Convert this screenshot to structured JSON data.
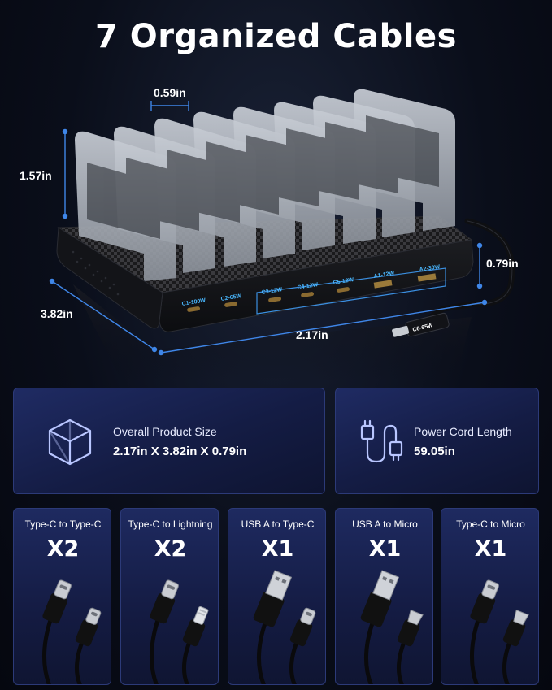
{
  "title": "7 Organized Cables",
  "dimensions": {
    "divider_gap": "0.59in",
    "divider_height": "1.57in",
    "base_height": "0.79in",
    "depth": "3.82in",
    "width": "2.17in"
  },
  "ports": [
    {
      "label": "C1-100W"
    },
    {
      "label": "C2-65W"
    },
    {
      "label": "C3-12W"
    },
    {
      "label": "C4-12W"
    },
    {
      "label": "C5-12W"
    },
    {
      "label": "A1-12W"
    },
    {
      "label": "A2-30W"
    }
  ],
  "cable_tip_label": "C6-65W",
  "info_panels": {
    "size": {
      "title": "Overall Product Size",
      "value": "2.17in X 3.82in X 0.79in",
      "icon": "cube-icon"
    },
    "cord": {
      "title": "Power Cord Length",
      "value": "59.05in",
      "icon": "power-cord-icon"
    }
  },
  "cables": [
    {
      "label": "Type-C to Type-C",
      "qty": "X2",
      "connector_a": "usb-c",
      "connector_b": "usb-c"
    },
    {
      "label": "Type-C to Lightning",
      "qty": "X2",
      "connector_a": "usb-c",
      "connector_b": "lightning"
    },
    {
      "label": "USB A to Type-C",
      "qty": "X1",
      "connector_a": "usb-a",
      "connector_b": "usb-c"
    },
    {
      "label": "USB A to Micro",
      "qty": "X1",
      "connector_a": "usb-a",
      "connector_b": "micro-usb"
    },
    {
      "label": "Type-C to Micro",
      "qty": "X1",
      "connector_a": "usb-c",
      "connector_b": "micro-usb"
    }
  ],
  "colors": {
    "accent": "#4aa3ff",
    "panel": "#1a2456",
    "panel_border": "#2c3a78"
  }
}
